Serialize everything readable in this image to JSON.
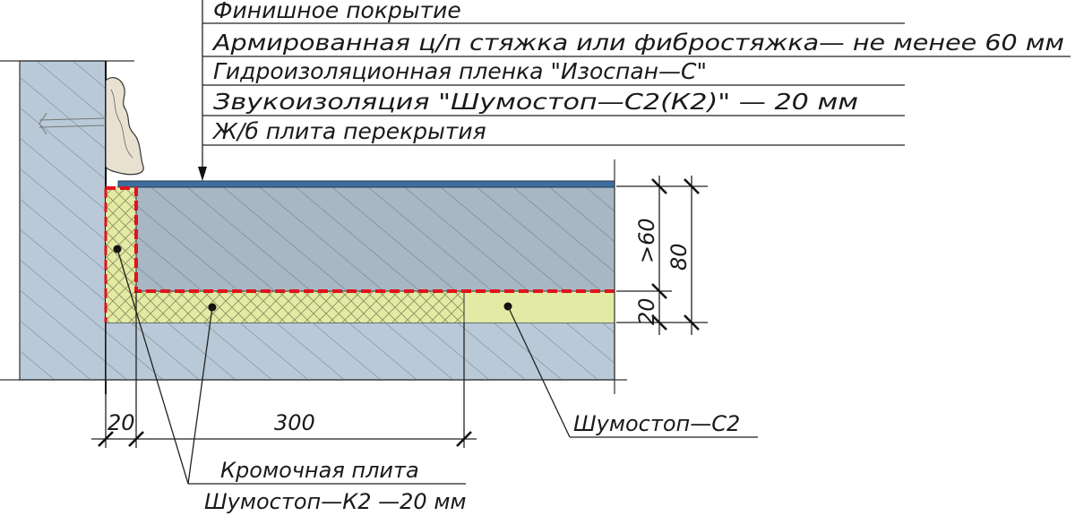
{
  "layers": {
    "finish": "Финишное покрытие",
    "screed": "Армированная ц/п стяжка или фибростяжка—  не менее 60 мм",
    "film": "Гидроизоляционная пленка \"Изоспан—С\"",
    "sound": "Звукоизоляция \"Шумостоп—С2(К2)\"   —     20  мм",
    "slab": "Ж/б плита перекрытия"
  },
  "callouts": {
    "c2": "Шумостоп—С2",
    "edge_title": "Кромочная плита",
    "edge_sub": "Шумостоп—К2  —20  мм"
  },
  "dimensions": {
    "edge_width": "20",
    "edge_length": "300",
    "screed_thickness": ">60",
    "insulation_thickness": "20",
    "total_thickness": "80"
  },
  "colors": {
    "concrete": "#b9c9d7",
    "screed": "#a9b7c4",
    "insulation": "#e3eaa3",
    "finish": "#3f6e9e",
    "film": "#e0141c"
  }
}
